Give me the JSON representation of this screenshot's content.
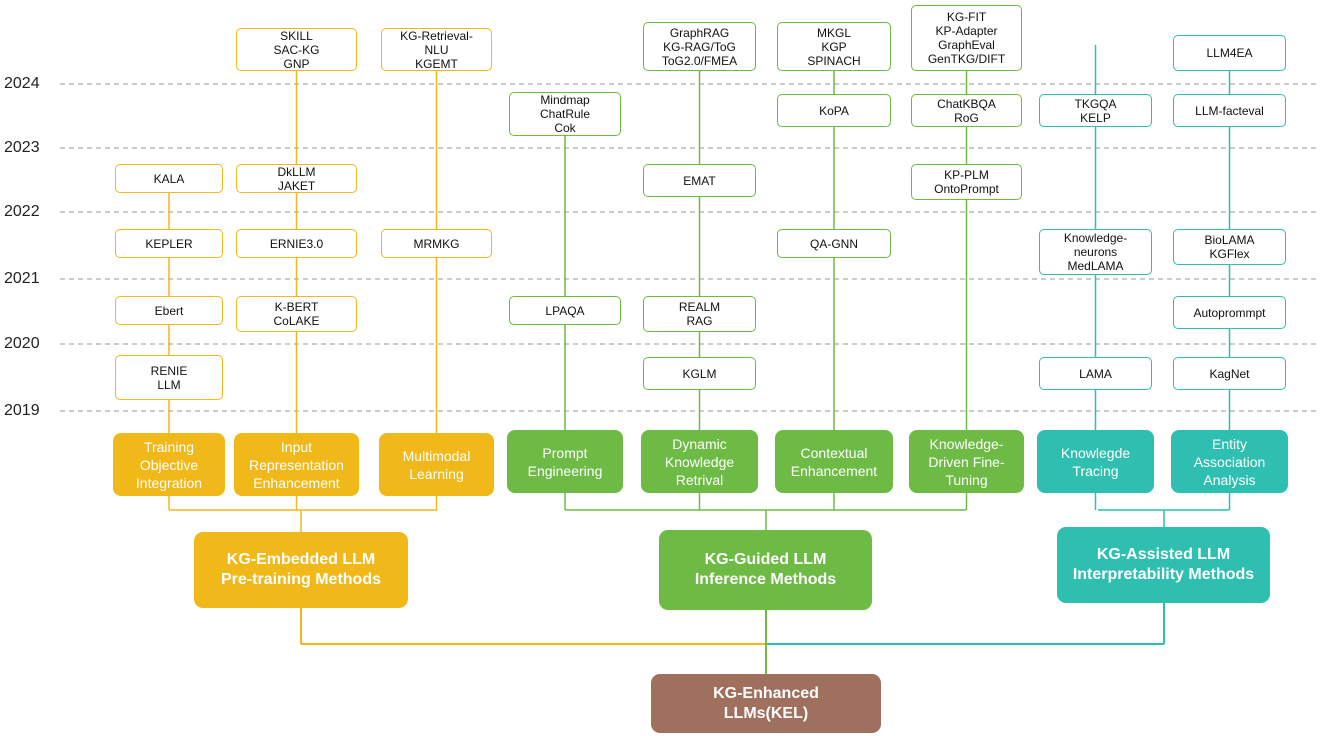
{
  "years": [
    "2024",
    "2023",
    "2022",
    "2021",
    "2020",
    "2019"
  ],
  "colors": {
    "yellow": "#F1B81A",
    "green": "#6DBB45",
    "teal": "#2FBFB0",
    "brown": "#A0705F",
    "grid": "#9a9a9a"
  },
  "root": {
    "label": "KG-Enhanced\nLLMs(KEL)"
  },
  "groups": [
    {
      "label": "KG-Embedded LLM\nPre-training Methods",
      "color": "yellow",
      "categories": [
        {
          "label": "Training\nObjective\nIntegration",
          "items": [
            "RENIE\nLLM",
            "Ebert",
            "KEPLER",
            "KALA"
          ]
        },
        {
          "label": "Input\nRepresentation\nEnhancement",
          "items": [
            "K-BERT\nCoLAKE",
            "ERNIE3.0",
            "DkLLM\nJAKET",
            "SKILL\nSAC-KG\nGNP"
          ]
        },
        {
          "label": "Multimodal\nLearning",
          "items": [
            "MRMKG",
            "KG-Retrieval-\nNLU\nKGEMT"
          ]
        }
      ]
    },
    {
      "label": "KG-Guided LLM\nInference Methods",
      "color": "green",
      "categories": [
        {
          "label": "Prompt\nEngineering",
          "items": [
            "LPAQA",
            "Mindmap\nChatRule\nCok"
          ]
        },
        {
          "label": "Dynamic\nKnowledge\nRetrival",
          "items": [
            "KGLM",
            "REALM\nRAG",
            "EMAT",
            "GraphRAG\nKG-RAG/ToG\nToG2.0/FMEA"
          ]
        },
        {
          "label": "Contextual\nEnhancement",
          "items": [
            "QA-GNN",
            "KoPA",
            "MKGL\nKGP\nSPINACH"
          ]
        },
        {
          "label": "Knowledge-\nDriven Fine-\nTuning",
          "items": [
            "KP-PLM\nOntoPrompt",
            "ChatKBQA\nRoG",
            "KG-FIT\nKP-Adapter\nGraphEval\nGenTKG/DIFT"
          ]
        }
      ]
    },
    {
      "label": "KG-Assisted LLM\nInterpretability Methods",
      "color": "teal",
      "categories": [
        {
          "label": "Knowlegde\nTracing",
          "items": [
            "LAMA",
            "Knowledge-\nneurons\nMedLAMA",
            "TKGQA\nKELP"
          ]
        },
        {
          "label": "Entity\nAssociation\nAnalysis",
          "items": [
            "KagNet",
            "Autoprommpt",
            "BioLAMA\nKGFlex",
            "LLM-facteval",
            "LLM4EA"
          ]
        }
      ]
    }
  ]
}
